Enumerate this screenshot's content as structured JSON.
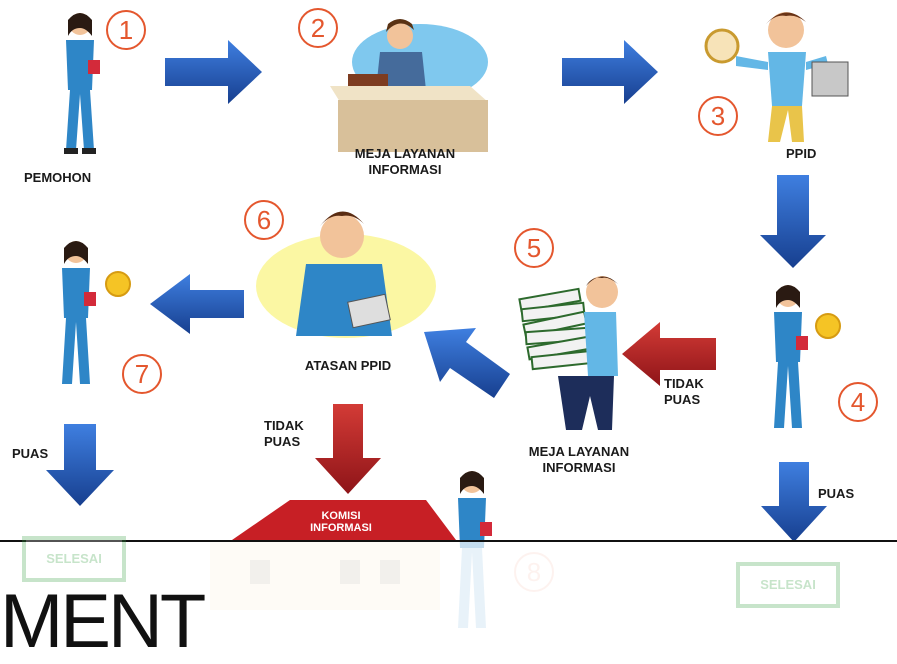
{
  "steps": [
    {
      "number": "1",
      "label": "PEMOHON"
    },
    {
      "number": "2",
      "label": "MEJA LAYANAN\nINFORMASI"
    },
    {
      "number": "3",
      "label": "PPID"
    },
    {
      "number": "4",
      "label": ""
    },
    {
      "number": "5",
      "label": "MEJA LAYANAN\nINFORMASI"
    },
    {
      "number": "6",
      "label": "ATASAN PPID"
    },
    {
      "number": "7",
      "label": ""
    },
    {
      "number": "8",
      "label": ""
    }
  ],
  "edge_labels": {
    "tidak_puas_right": "TIDAK\nPUAS",
    "tidak_puas_center": "TIDAK\nPUAS",
    "puas_left": "PUAS",
    "puas_right": "PUAS"
  },
  "end_boxes": {
    "left": "SELESAI",
    "right": "SELESAI"
  },
  "komisi_roof": "KOMISI\nINFORMASI",
  "footer_text": "MENT",
  "colors": {
    "blue_arrow": "#1f4fa3",
    "red_arrow": "#b01e23",
    "number_circle": "#e4572e",
    "selesai_green": "#3aa146"
  }
}
